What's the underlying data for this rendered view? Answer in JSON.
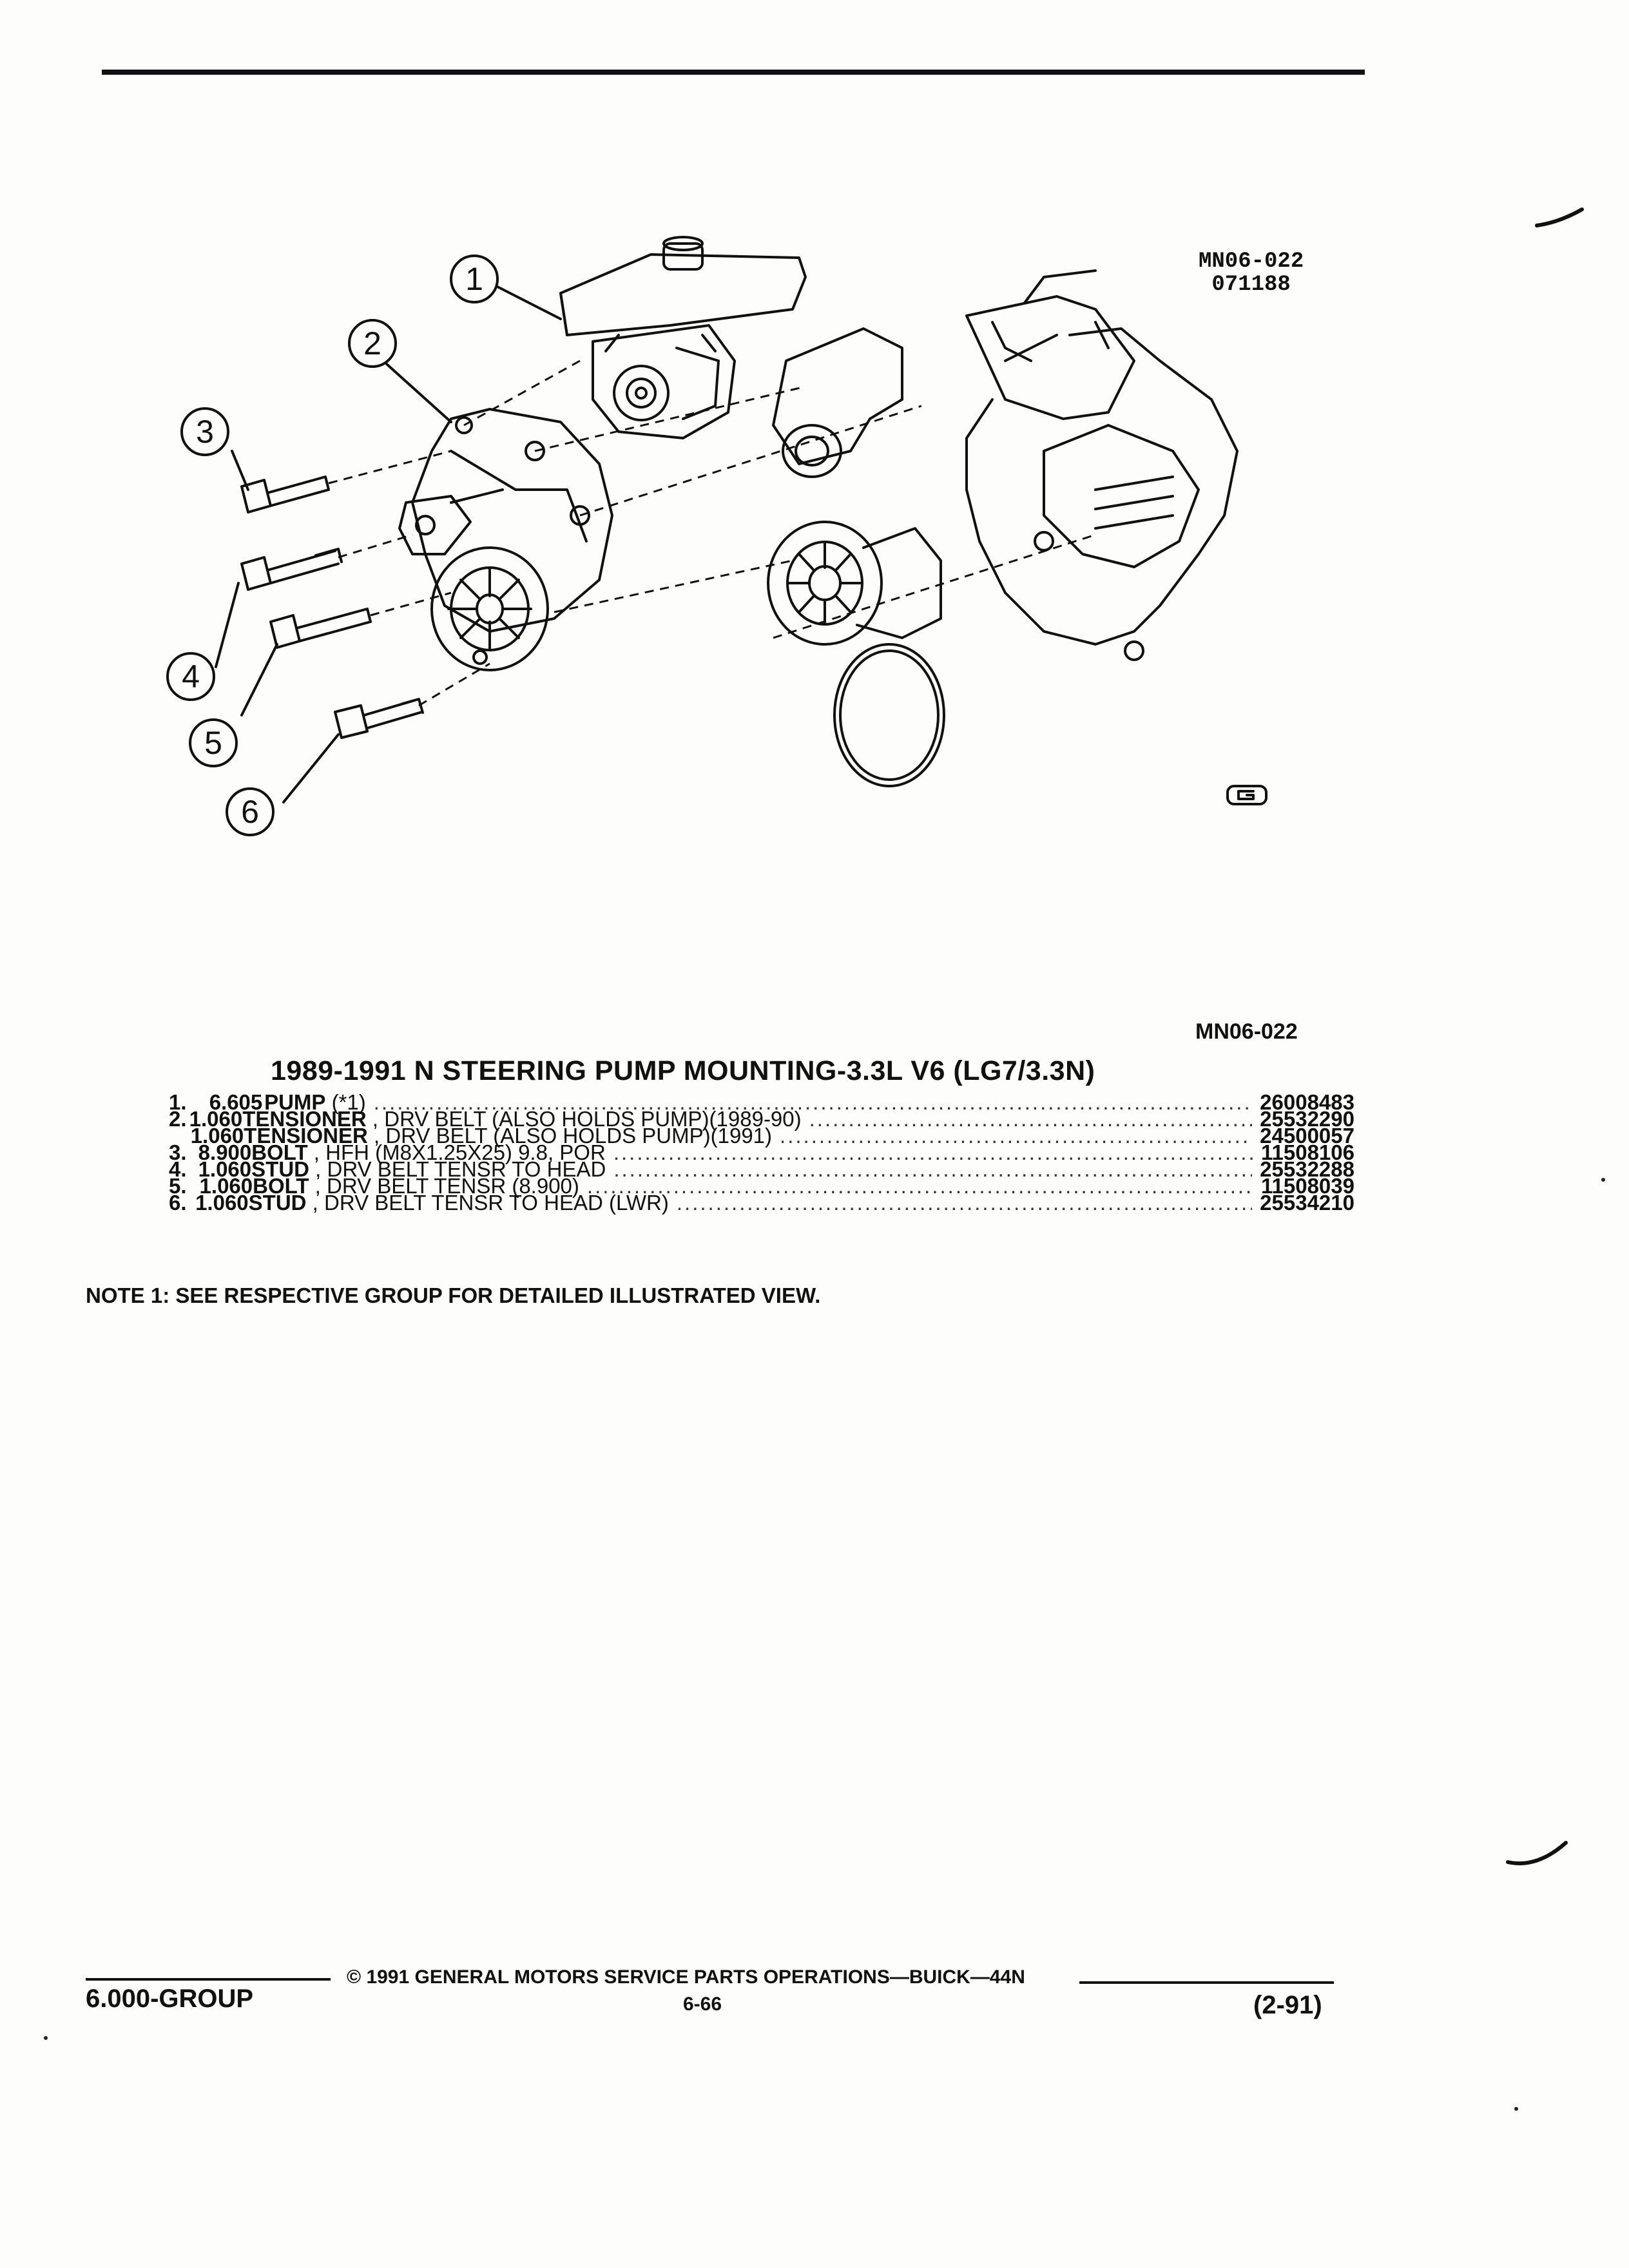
{
  "figure": {
    "code_top_line1": "MN06-022",
    "code_top_line2": "071188",
    "code_mid": "MN06-022",
    "callouts": [
      "1",
      "2",
      "3",
      "4",
      "5",
      "6"
    ]
  },
  "title": "1989-1991 N STEERING PUMP MOUNTING-3.3L V6 (LG7/3.3N)",
  "parts": [
    {
      "num": "1.",
      "qty": "6.605",
      "name": "PUMP",
      "desc": " (*1)",
      "pn": "26008483"
    },
    {
      "num": "2.",
      "qty": "1.060",
      "name": "TENSIONER",
      "desc": " , DRV BELT (ALSO HOLDS PUMP)(1989-90)",
      "pn": "25532290"
    },
    {
      "num": "",
      "qty": "1.060",
      "name": "TENSIONER",
      "desc": " , DRV BELT (ALSO HOLDS PUMP)(1991)",
      "pn": "24500057"
    },
    {
      "num": "3.",
      "qty": "8.900",
      "name": "BOLT",
      "desc": " , HFH (M8X1.25X25) 9.8, POR",
      "pn": "11508106"
    },
    {
      "num": "4.",
      "qty": "1.060",
      "name": "STUD",
      "desc": " , DRV BELT TENSR TO HEAD",
      "pn": "25532288"
    },
    {
      "num": "5.",
      "qty": "1.060",
      "name": "BOLT",
      "desc": " , DRV BELT TENSR (8.900)",
      "pn": "11508039"
    },
    {
      "num": "6.",
      "qty": "1.060",
      "name": "STUD",
      "desc": " , DRV BELT TENSR TO HEAD (LWR)",
      "pn": "25534210"
    }
  ],
  "note": "NOTE 1: SEE RESPECTIVE GROUP FOR DETAILED ILLUSTRATED VIEW.",
  "footer": {
    "group": "6.000-GROUP",
    "copyright": "© 1991 GENERAL MOTORS SERVICE PARTS OPERATIONS—BUICK—44N",
    "page": "6-66",
    "date": "(2-91)"
  }
}
